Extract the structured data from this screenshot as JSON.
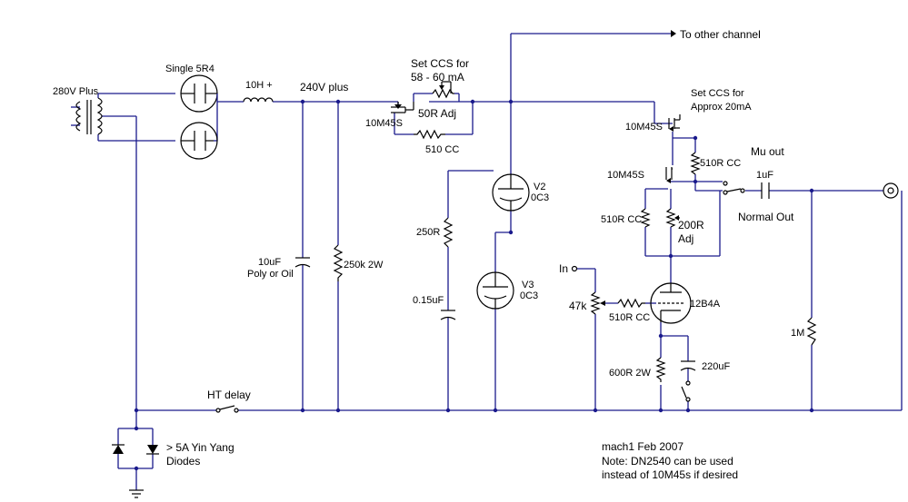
{
  "labels": {
    "plus280": "280V Plus",
    "single5r4": "Single 5R4",
    "choke": "10H +",
    "plus240": "240V plus",
    "setccs1a": "Set CCS for",
    "setccs1b": "58 - 60 mA",
    "adj50r": "50R Adj",
    "fet1": "10M45S",
    "r510cc1": "510 CC",
    "other": "To other channel",
    "setccs2a": "Set CCS for",
    "setccs2b": "Approx 20mA",
    "fet2": "10M45S",
    "fet3": "10M45S",
    "r510cc2": "510R CC",
    "muout": "Mu out",
    "cap1uf": "1uF",
    "r510cc3": "510R CC",
    "r200": "200R",
    "adj": "Adj",
    "normal": "Normal Out",
    "v2": "V2",
    "v2t": "0C3",
    "v3": "V3",
    "v3t": "0C3",
    "r250": "250R",
    "c015": "0.15uF",
    "c10uf": "10uF",
    "poly": "Poly or Oil",
    "r250k": "250k 2W",
    "in": "In",
    "pot47k": "47k",
    "r510cc4": "510R CC",
    "tube": "12B4A",
    "r1m": "1M",
    "r600": "600R 2W",
    "c220": "220uF",
    "htdelay": "HT delay",
    "diode1": "> 5A Yin Yang",
    "diode2": "Diodes",
    "credit": "mach1  Feb 2007",
    "note1": "Note: DN2540 can be used",
    "note2": "instead of 10M45s if desired"
  }
}
